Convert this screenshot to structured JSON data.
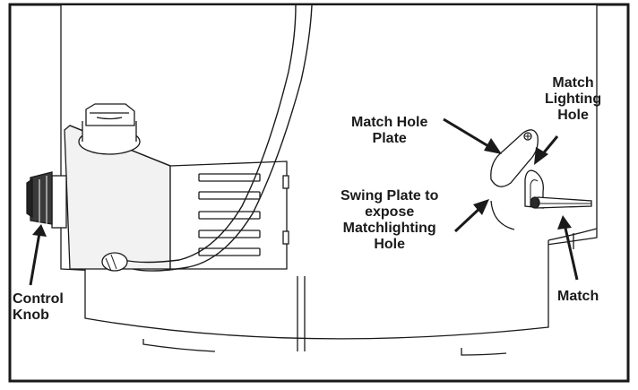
{
  "labels": {
    "match_hole_plate": [
      "Match Hole",
      "Plate"
    ],
    "match_lighting_hole": [
      "Match",
      "Lighting",
      "Hole"
    ],
    "swing_plate": [
      "Swing Plate to",
      "expose",
      "Matchlighting",
      "Hole"
    ],
    "control_knob": [
      "Control",
      "Knob"
    ],
    "match": [
      "Match"
    ]
  },
  "colors": {
    "line": "#1a1a1a",
    "fill": "#ffffff",
    "shade": "#e6e6e6",
    "dark": "#2a2a2a"
  }
}
